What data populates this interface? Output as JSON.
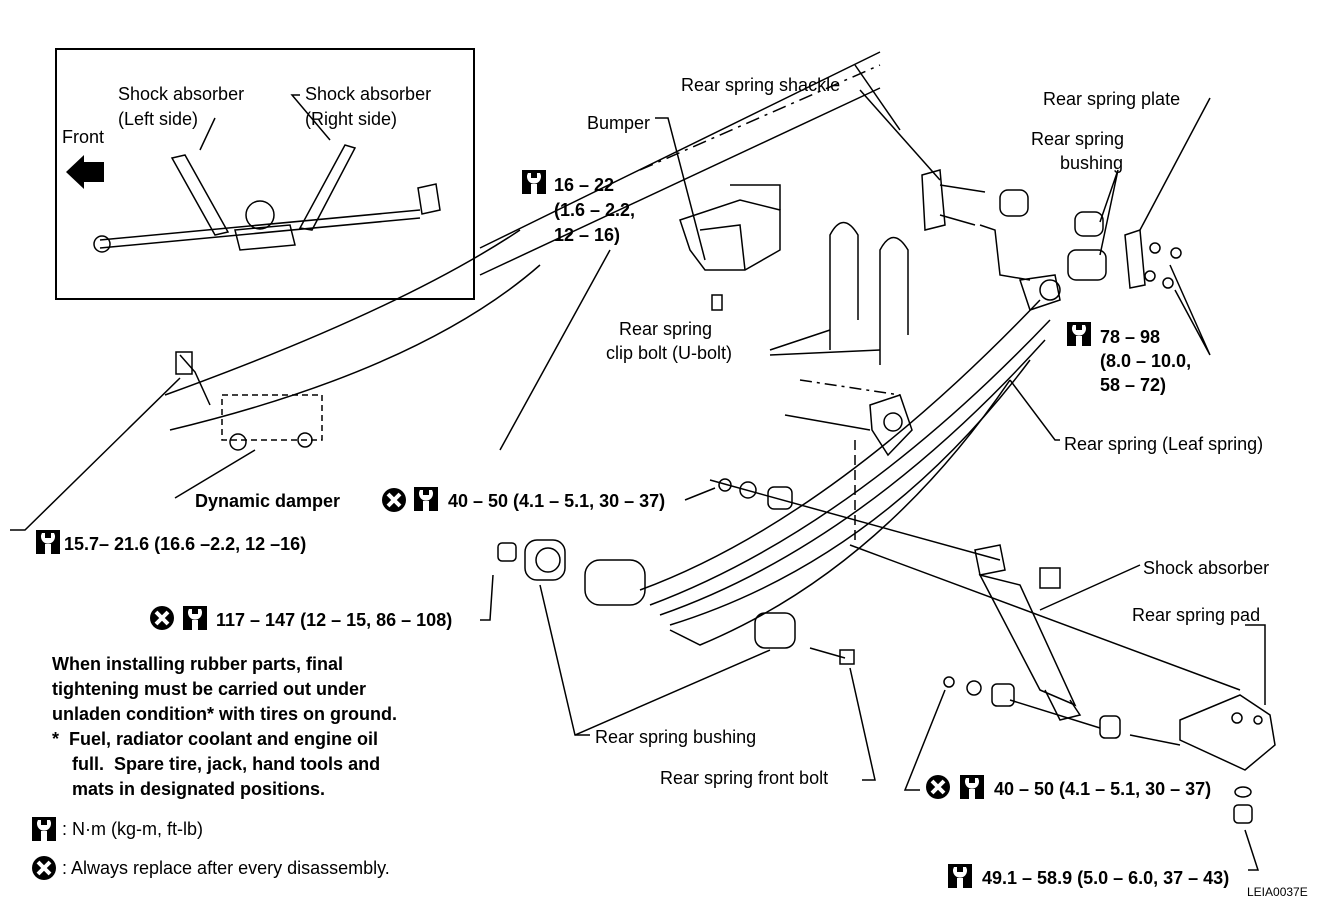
{
  "inset": {
    "front": "Front",
    "shock_left": [
      "Shock absorber",
      "(Left side)"
    ],
    "shock_right": [
      "Shock absorber",
      "(Right side)"
    ]
  },
  "labels": {
    "rear_spring_shackle": "Rear spring shackle",
    "bumper": "Bumper",
    "rear_spring_plate": "Rear spring plate",
    "rear_spring_bushing_top": [
      "Rear spring",
      "bushing"
    ],
    "clip_bolt": [
      "Rear spring",
      "clip bolt (U-bolt)"
    ],
    "rear_spring_leaf": "Rear spring (Leaf spring)",
    "dynamic_damper": "Dynamic damper",
    "shock_absorber": "Shock absorber",
    "rear_spring_pad": "Rear spring pad",
    "rear_spring_bushing": "Rear spring bushing",
    "rear_spring_front_bolt": "Rear spring front bolt",
    "figure_id": "LEIA0037E"
  },
  "torques": {
    "bumper": [
      "16 – 22",
      "(1.6 – 2.2,",
      "12 – 16)"
    ],
    "shackle": [
      "78 – 98",
      "(8.0 – 10.0,",
      "58 – 72)"
    ],
    "damper": "15.7– 21.6 (16.6 –2.2, 12 –16)",
    "ubolt_nut": "40 – 50 (4.1 – 5.1, 30 – 37)",
    "front_bolt": "117 – 147 (12 – 15, 86 – 108)",
    "shock_lower": "40 – 50 (4.1 – 5.1, 30 – 37)",
    "shock_upper": "49.1 – 58.9 (5.0 – 6.0, 37 – 43)"
  },
  "notes": {
    "lines": [
      "When installing rubber parts, final",
      "tightening must be carried out under",
      "unladen condition* with tires on ground.",
      "*  Fuel, radiator coolant and engine oil",
      "    full.  Spare tire, jack, hand tools and",
      "    mats in designated positions."
    ],
    "legend_torque": ": N·m (kg-m, ft-lb)",
    "legend_replace": ": Always replace after every disassembly."
  }
}
